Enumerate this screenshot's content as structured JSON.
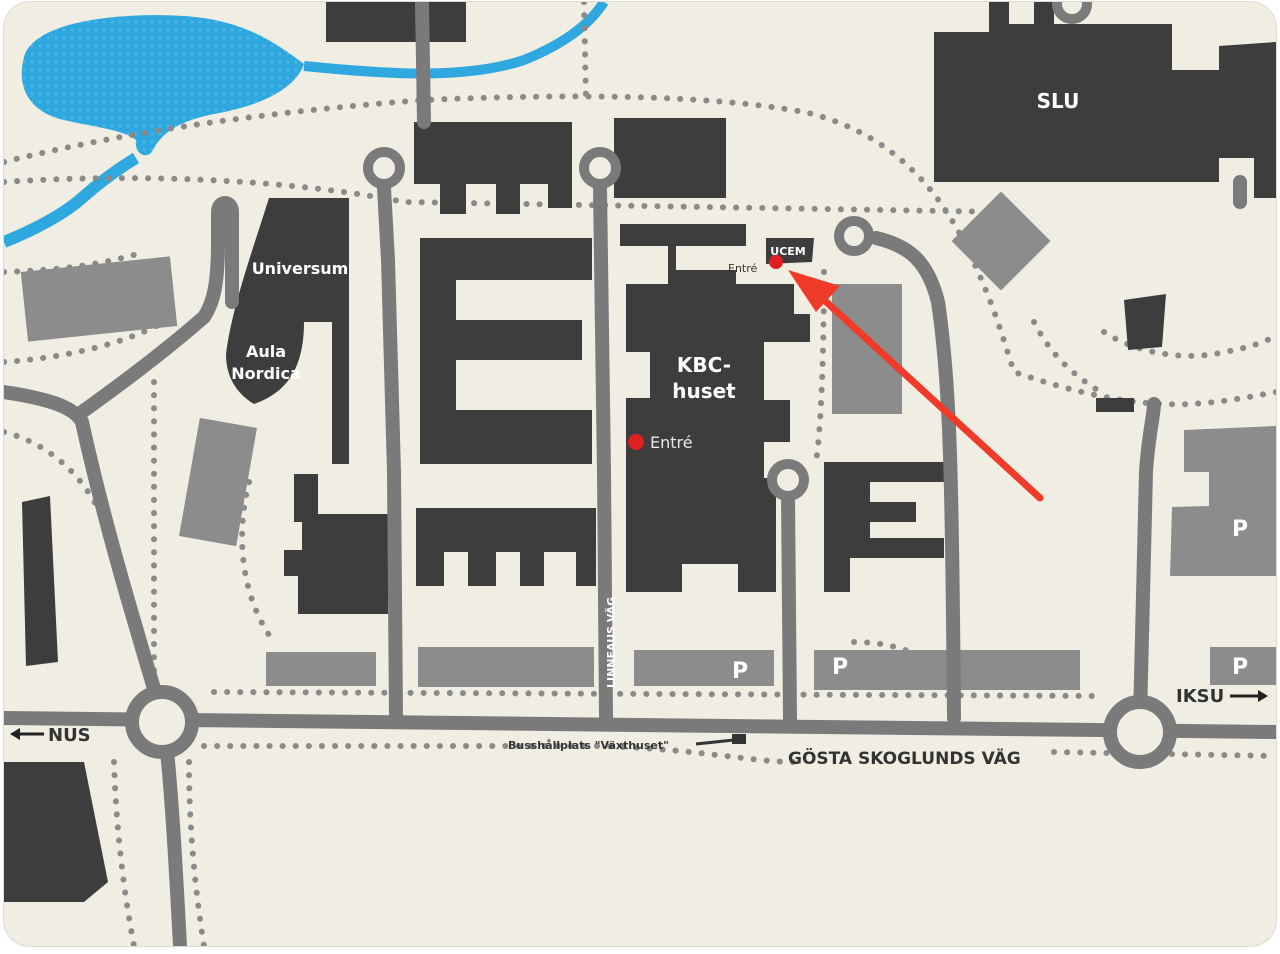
{
  "colors": {
    "background": "#f0ede3",
    "building": "#3d3d3d",
    "parking": "#8c8c8c",
    "road": "#7a7a7a",
    "water": "#2fa8e0",
    "entrance": "#e02020",
    "arrow": "#f03a2a",
    "path_dots": "#8a8a8a"
  },
  "labels": {
    "slu": "SLU",
    "universum": "Universum",
    "aula_line1": "Aula",
    "aula_line2": "Nordica",
    "kbc_line1": "KBC-",
    "kbc_line2": "huset",
    "ucem": "UCEM",
    "entre_ucem": "Entré",
    "entre_kbc": "Entré",
    "linneaus_vag": "LINNEAUS VÄG",
    "gosta_skoglunds_vag": "GÖSTA SKOGLUNDS VÄG",
    "busshallplats": "Busshållplats \"Växthuset\"",
    "nus": "NUS",
    "iksu": "IKSU",
    "parking": "P"
  },
  "icons": {
    "parking": "parking-sign",
    "entrance": "entrance-dot-icon",
    "highlight_arrow": "arrow-icon",
    "direction_left": "arrow-left-icon",
    "direction_right": "arrow-right-icon",
    "roundabout": "roundabout-icon",
    "bus_stop": "bus-stop-icon"
  }
}
